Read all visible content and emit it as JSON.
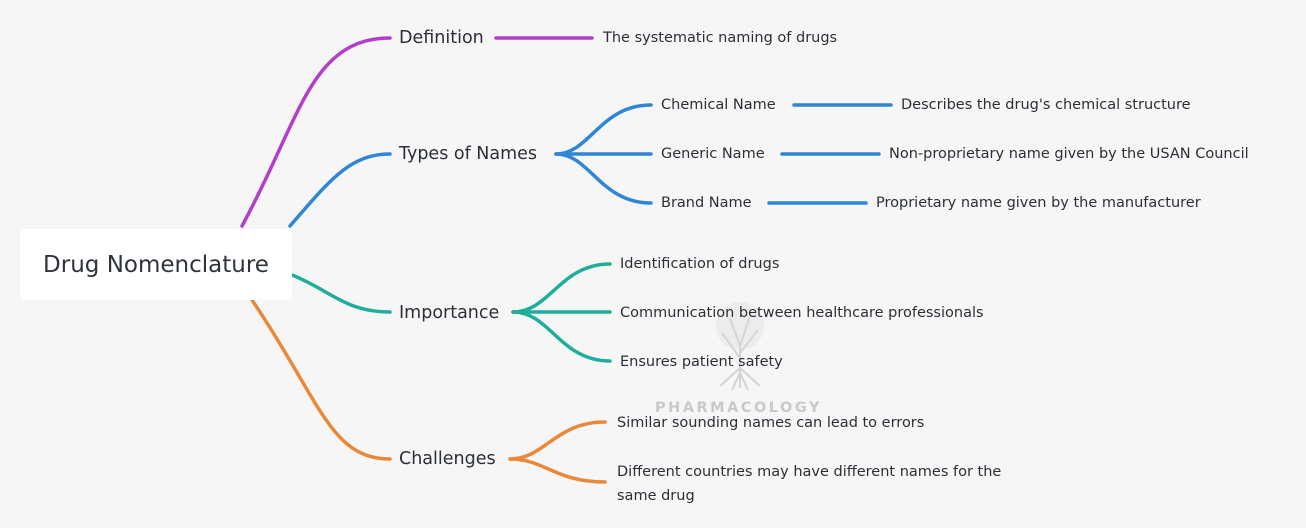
{
  "root": {
    "label": "Drug Nomenclature"
  },
  "colors": {
    "definition": "#b23fc9",
    "types": "#2f86d6",
    "importance": "#1fae9a",
    "challenges": "#ea8838",
    "background": "#f6f6f7"
  },
  "branches": [
    {
      "label": "Definition",
      "children": [
        {
          "label": "The systematic naming of drugs"
        }
      ]
    },
    {
      "label": "Types of Names",
      "children": [
        {
          "label": "Chemical Name",
          "detail": "Describes the drug's chemical structure"
        },
        {
          "label": "Generic Name",
          "detail": "Non-proprietary name given by the USAN Council"
        },
        {
          "label": "Brand Name",
          "detail": "Proprietary name given by the manufacturer"
        }
      ]
    },
    {
      "label": "Importance",
      "children": [
        {
          "label": "Identification of drugs"
        },
        {
          "label": "Communication between healthcare professionals"
        },
        {
          "label": "Ensures patient safety"
        }
      ]
    },
    {
      "label": "Challenges",
      "children": [
        {
          "label": "Similar sounding names can lead to errors"
        },
        {
          "label": "Different countries may have different names for the",
          "label_line2": "same drug"
        }
      ]
    }
  ],
  "watermark": {
    "text": "PHARMACOLOGY",
    "icon": "tree-icon"
  }
}
